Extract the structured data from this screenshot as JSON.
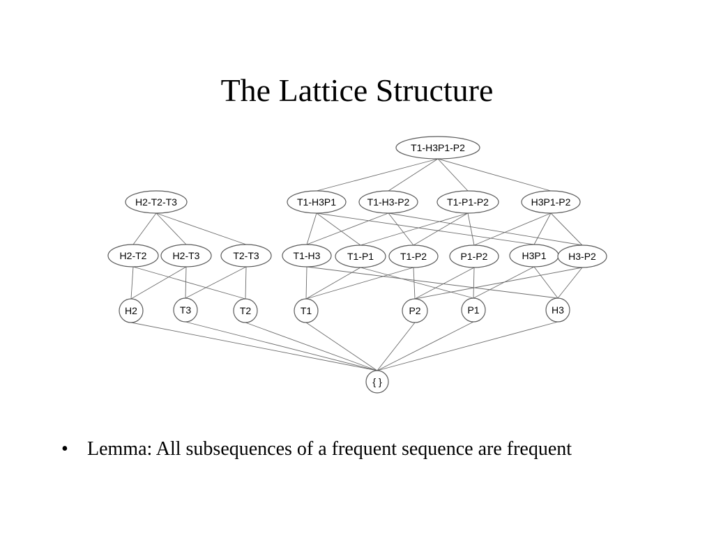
{
  "title": "The Lattice Structure",
  "lattice": {
    "nodes": [
      {
        "id": "n_top",
        "label": "T1-H3P1-P2"
      },
      {
        "id": "n_h2t2t3",
        "label": "H2-T2-T3"
      },
      {
        "id": "n_t1h3p1",
        "label": "T1-H3P1"
      },
      {
        "id": "n_t1h3p2",
        "label": "T1-H3-P2"
      },
      {
        "id": "n_t1p1p2",
        "label": "T1-P1-P2"
      },
      {
        "id": "n_h3p1p2",
        "label": "H3P1-P2"
      },
      {
        "id": "n_h2t2",
        "label": "H2-T2"
      },
      {
        "id": "n_h2t3",
        "label": "H2-T3"
      },
      {
        "id": "n_t2t3",
        "label": "T2-T3"
      },
      {
        "id": "n_t1h3",
        "label": "T1-H3"
      },
      {
        "id": "n_t1p1",
        "label": "T1-P1"
      },
      {
        "id": "n_t1p2",
        "label": "T1-P2"
      },
      {
        "id": "n_p1p2",
        "label": "P1-P2"
      },
      {
        "id": "n_h3p1",
        "label": "H3P1"
      },
      {
        "id": "n_h3p2",
        "label": "H3-P2"
      },
      {
        "id": "n_h2",
        "label": "H2"
      },
      {
        "id": "n_t3",
        "label": "T3"
      },
      {
        "id": "n_t2",
        "label": "T2"
      },
      {
        "id": "n_t1",
        "label": "T1"
      },
      {
        "id": "n_p2",
        "label": "P2"
      },
      {
        "id": "n_p1",
        "label": "P1"
      },
      {
        "id": "n_h3",
        "label": "H3"
      },
      {
        "id": "n_empty",
        "label": "{ }"
      }
    ],
    "edges": [
      [
        "n_top",
        "n_t1h3p1"
      ],
      [
        "n_top",
        "n_t1h3p2"
      ],
      [
        "n_top",
        "n_t1p1p2"
      ],
      [
        "n_top",
        "n_h3p1p2"
      ],
      [
        "n_h2t2t3",
        "n_h2t2"
      ],
      [
        "n_h2t2t3",
        "n_h2t3"
      ],
      [
        "n_h2t2t3",
        "n_t2t3"
      ],
      [
        "n_t1h3p1",
        "n_t1h3"
      ],
      [
        "n_t1h3p1",
        "n_t1p1"
      ],
      [
        "n_t1h3p1",
        "n_h3p1"
      ],
      [
        "n_t1h3p2",
        "n_t1h3"
      ],
      [
        "n_t1h3p2",
        "n_t1p2"
      ],
      [
        "n_t1h3p2",
        "n_h3p2"
      ],
      [
        "n_t1p1p2",
        "n_t1p1"
      ],
      [
        "n_t1p1p2",
        "n_t1p2"
      ],
      [
        "n_t1p1p2",
        "n_p1p2"
      ],
      [
        "n_h3p1p2",
        "n_h3p1"
      ],
      [
        "n_h3p1p2",
        "n_h3p2"
      ],
      [
        "n_h3p1p2",
        "n_p1p2"
      ],
      [
        "n_h2t2",
        "n_h2"
      ],
      [
        "n_h2t2",
        "n_t2"
      ],
      [
        "n_h2t3",
        "n_h2"
      ],
      [
        "n_h2t3",
        "n_t3"
      ],
      [
        "n_t2t3",
        "n_t2"
      ],
      [
        "n_t2t3",
        "n_t3"
      ],
      [
        "n_t1h3",
        "n_t1"
      ],
      [
        "n_t1h3",
        "n_h3"
      ],
      [
        "n_t1p1",
        "n_t1"
      ],
      [
        "n_t1p1",
        "n_p1"
      ],
      [
        "n_t1p2",
        "n_t1"
      ],
      [
        "n_t1p2",
        "n_p2"
      ],
      [
        "n_p1p2",
        "n_p1"
      ],
      [
        "n_p1p2",
        "n_p2"
      ],
      [
        "n_h3p1",
        "n_h3"
      ],
      [
        "n_h3p1",
        "n_p1"
      ],
      [
        "n_h3p2",
        "n_h3"
      ],
      [
        "n_h3p2",
        "n_p2"
      ],
      [
        "n_h2",
        "n_empty"
      ],
      [
        "n_t3",
        "n_empty"
      ],
      [
        "n_t2",
        "n_empty"
      ],
      [
        "n_t1",
        "n_empty"
      ],
      [
        "n_p2",
        "n_empty"
      ],
      [
        "n_p1",
        "n_empty"
      ],
      [
        "n_h3",
        "n_empty"
      ]
    ]
  },
  "bullet": {
    "marker": "•",
    "text": "Lemma: All subsequences of a frequent sequence are frequent"
  }
}
